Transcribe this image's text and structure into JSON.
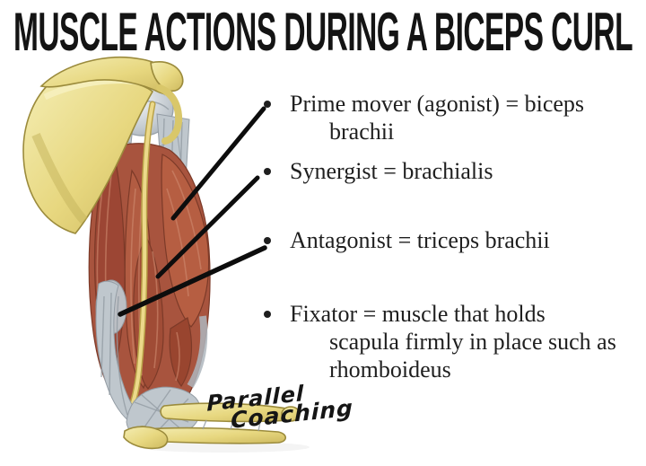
{
  "title": "MUSCLE ACTIONS DURING A BICEPS CURL",
  "bullets": [
    {
      "lines": [
        "Prime mover (agonist) = biceps",
        "brachii"
      ]
    },
    {
      "lines": [
        "Synergist = brachialis"
      ]
    },
    {
      "lines": [
        "Antagonist = triceps brachii"
      ]
    },
    {
      "lines": [
        "Fixator = muscle that holds",
        "scapula firmly in place such as",
        "rhomboideus"
      ]
    }
  ],
  "logo": {
    "line1": "Parallel",
    "line2": "Coaching"
  },
  "colors": {
    "background": "#ffffff",
    "title_text": "#141414",
    "body_text": "#1f1f1f",
    "leader_line": "#0d0d0d",
    "bone_yellow": "#e7d77f",
    "bone_light": "#f4edb2",
    "bone_edge": "#9b8b3c",
    "muscle_red": "#a8543e",
    "muscle_highlight": "#cf8b6f",
    "muscle_shadow": "#7c3a28",
    "tendon_gray": "#bfc7cd",
    "tendon_shadow": "#939ca4"
  },
  "illustration": {
    "parts": [
      "scapula",
      "humeral-head",
      "shoulder-tendons",
      "triceps-muscle",
      "biceps-muscle",
      "brachialis-muscle",
      "biceps-tendon",
      "elbow-ligaments",
      "forearm-bones"
    ]
  }
}
